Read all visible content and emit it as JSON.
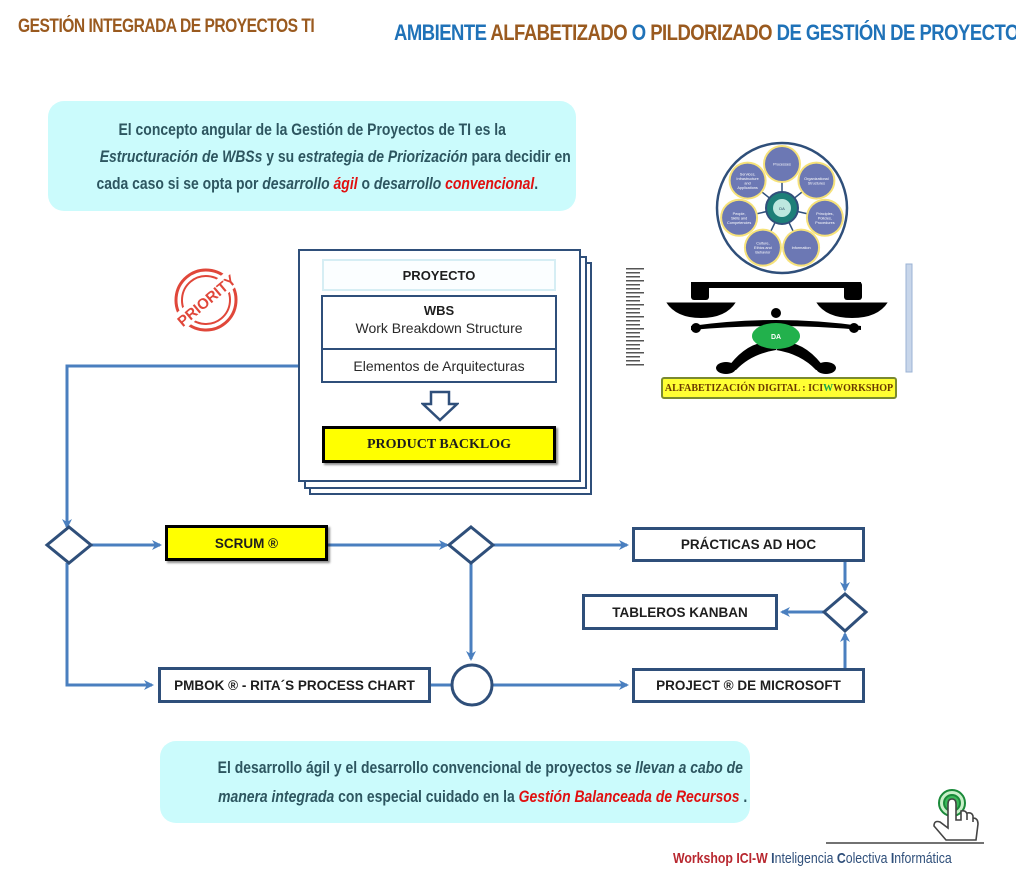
{
  "header": {
    "left_title": "GESTIÓN INTEGRADA DE PROYECTOS TI",
    "right_title_parts": [
      {
        "text": "AMBIENTE ",
        "color": "#1f72b8"
      },
      {
        "text": "ALFABETIZADO ",
        "color": "#9a5a1f"
      },
      {
        "text": "O ",
        "color": "#1f72b8"
      },
      {
        "text": "PILDORIZADO ",
        "color": "#9a5a1f"
      },
      {
        "text": "DE GESTIÓN DE PROYECTOS TI",
        "color": "#1f72b8"
      }
    ]
  },
  "callout_top": {
    "line1": "El concepto angular de la Gestión de Proyectos de TI es la",
    "l2_em1": "Estructuración de WBSs",
    "l2_t1": " y su ",
    "l2_em2": "estrategia de Priorización",
    "l2_t2": " para decidir en",
    "l3_t1": "cada caso si se opta por ",
    "l3_em1": "desarrollo ",
    "l3_red1": "ágil",
    "l3_t2": " o ",
    "l3_em2": "desarrollo ",
    "l3_red2": "convencional",
    "l3_t3": "."
  },
  "stamp": {
    "text": "PRIORITY",
    "color": "#e0473a"
  },
  "project_stack": {
    "header": "PROYECTO",
    "wbs_title": "WBS",
    "wbs_subtitle": "Work Breakdown Structure",
    "architecture": "Elementos de Arquitecturas",
    "backlog": "PRODUCT BACKLOG"
  },
  "cobit_wheel": {
    "center": "DA",
    "enablers": [
      "Processes",
      "Organizational Structures",
      "Principles, Policies, Procedures",
      "Information",
      "Culture, Ethics and Behavior",
      "People, Skills and Competencies",
      "Services, Infrastructure and Applications"
    ]
  },
  "scale_badge": {
    "center_label": "DA",
    "label_pre": "ALFABETIZACIÓN DIGITAL : ICI",
    "label_w": "W",
    "label_post": " WORKSHOP"
  },
  "flow": {
    "scrum": "SCRUM ®",
    "pmbok": "PMBOK ® - RITA´S PROCESS CHART",
    "adhoc": "PRÁCTICAS AD HOC",
    "kanban": "TABLEROS KANBAN",
    "msproject": "PROJECT ® DE MICROSOFT"
  },
  "callout_bottom": {
    "t1": "El desarrollo ágil y el desarrollo convencional de proyectos ",
    "em1": "se llevan a cabo de",
    "em2": "manera integrada",
    "t2": " con especial cuidado en la ",
    "red1": "Gestión Balanceada de Recursos",
    "t3": " ."
  },
  "footer": {
    "workshop": "Workshop ",
    "iciw": "ICI-W ",
    "i": "I",
    "nteligencia": "nteligencia ",
    "c": "C",
    "olectiva": "olectiva ",
    "i2": "I",
    "nformatica": "nformática"
  },
  "colors": {
    "brown": "#9a5a1f",
    "blue": "#1f72b8",
    "flow_line": "#4a7fbf",
    "box_border": "#2f4f7a",
    "highlight_yellow": "#ffff00",
    "callout_bg": "#cbfbfc",
    "accent_red": "#e01010"
  }
}
